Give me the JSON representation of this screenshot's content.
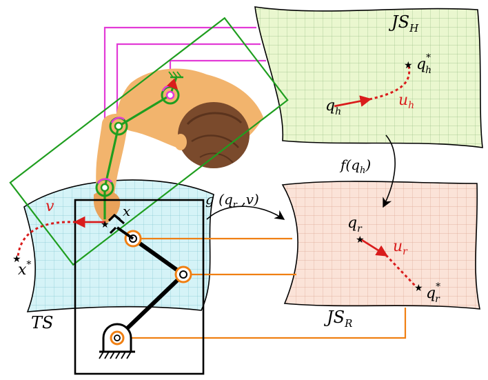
{
  "labels": {
    "js_h": {
      "base": "JS",
      "sub": "H"
    },
    "js_r": {
      "base": "JS",
      "sub": "R"
    },
    "ts": "TS",
    "q_h": {
      "base": "q",
      "sub": "h"
    },
    "q_h_star": {
      "base": "q",
      "sub": "h",
      "sup": "*"
    },
    "u_h": {
      "base": "u",
      "sub": "h"
    },
    "q_r": {
      "base": "q",
      "sub": "r"
    },
    "q_r_star": {
      "base": "q",
      "sub": "r",
      "sup": "*"
    },
    "u_r": {
      "base": "u",
      "sub": "r"
    },
    "x": "x",
    "x_star": {
      "base": "x",
      "sup": "*"
    },
    "v": "v",
    "f_map": {
      "pre": "f(q",
      "sub": "h",
      "post": ")"
    },
    "g_map": {
      "pre": "g (q",
      "sub": "r",
      "post": " ,v)"
    }
  },
  "colors": {
    "js_h_fill": "#eaf7cf",
    "js_r_fill": "#fbe3d8",
    "ts_fill": "#d5f3f7",
    "grid_h": "#9bbf86",
    "grid_r": "#dba792",
    "grid_ts": "#86c9d2",
    "magenta": "#e23ad6",
    "green": "#1f9e1f",
    "orange": "#f07f12",
    "red": "#d91c1c",
    "skin": "#f2b46d",
    "hair": "#7a4a2c"
  }
}
